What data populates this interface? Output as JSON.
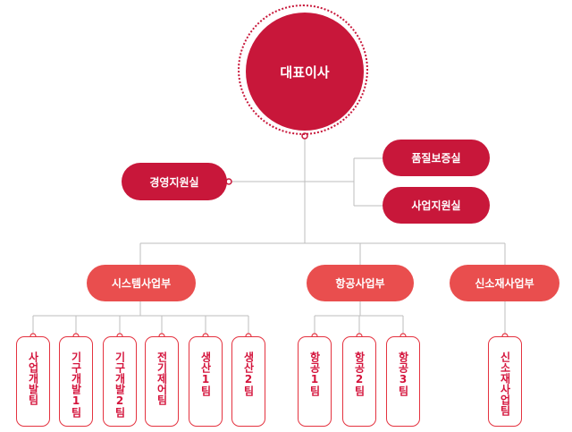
{
  "colors": {
    "primary": "#c8173a",
    "secondary": "#e94e4e",
    "line": "#bdbdbd",
    "team_border": "#e4323f"
  },
  "ceo": {
    "label": "대표이사"
  },
  "staff": {
    "left": {
      "label": "경영지원실"
    },
    "right": [
      {
        "label": "품질보증실"
      },
      {
        "label": "사업지원실"
      }
    ]
  },
  "divisions": [
    {
      "label": "시스템사업부",
      "teams": [
        "사업개발팀",
        "기구개발1팀",
        "기구개발2팀",
        "전기제어팀",
        "생산1팀",
        "생산2팀"
      ]
    },
    {
      "label": "항공사업부",
      "teams": [
        "항공1팀",
        "항공2팀",
        "항공3팀"
      ]
    },
    {
      "label": "신소재사업부",
      "teams": [
        "신소재사업팀"
      ]
    }
  ]
}
